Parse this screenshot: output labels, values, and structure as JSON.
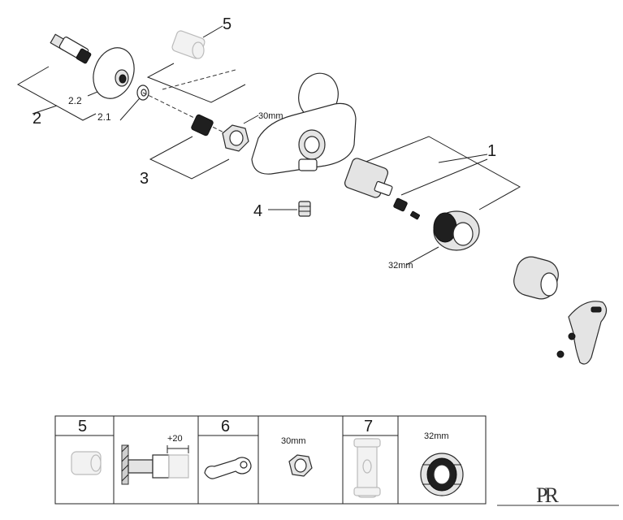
{
  "callouts": {
    "c1": "1",
    "c2": "2",
    "c2_1": "2.1",
    "c2_2": "2.2",
    "c3": "3",
    "c4": "4",
    "c5": "5"
  },
  "dimensions": {
    "nut_30": "30mm",
    "ring_32": "32mm"
  },
  "table": {
    "cells": [
      {
        "label": "5"
      },
      {
        "label": "+20"
      },
      {
        "label": "6"
      },
      {
        "label": "30mm"
      },
      {
        "label": "7"
      },
      {
        "label": "32mm"
      }
    ]
  },
  "watermark": "PR"
}
